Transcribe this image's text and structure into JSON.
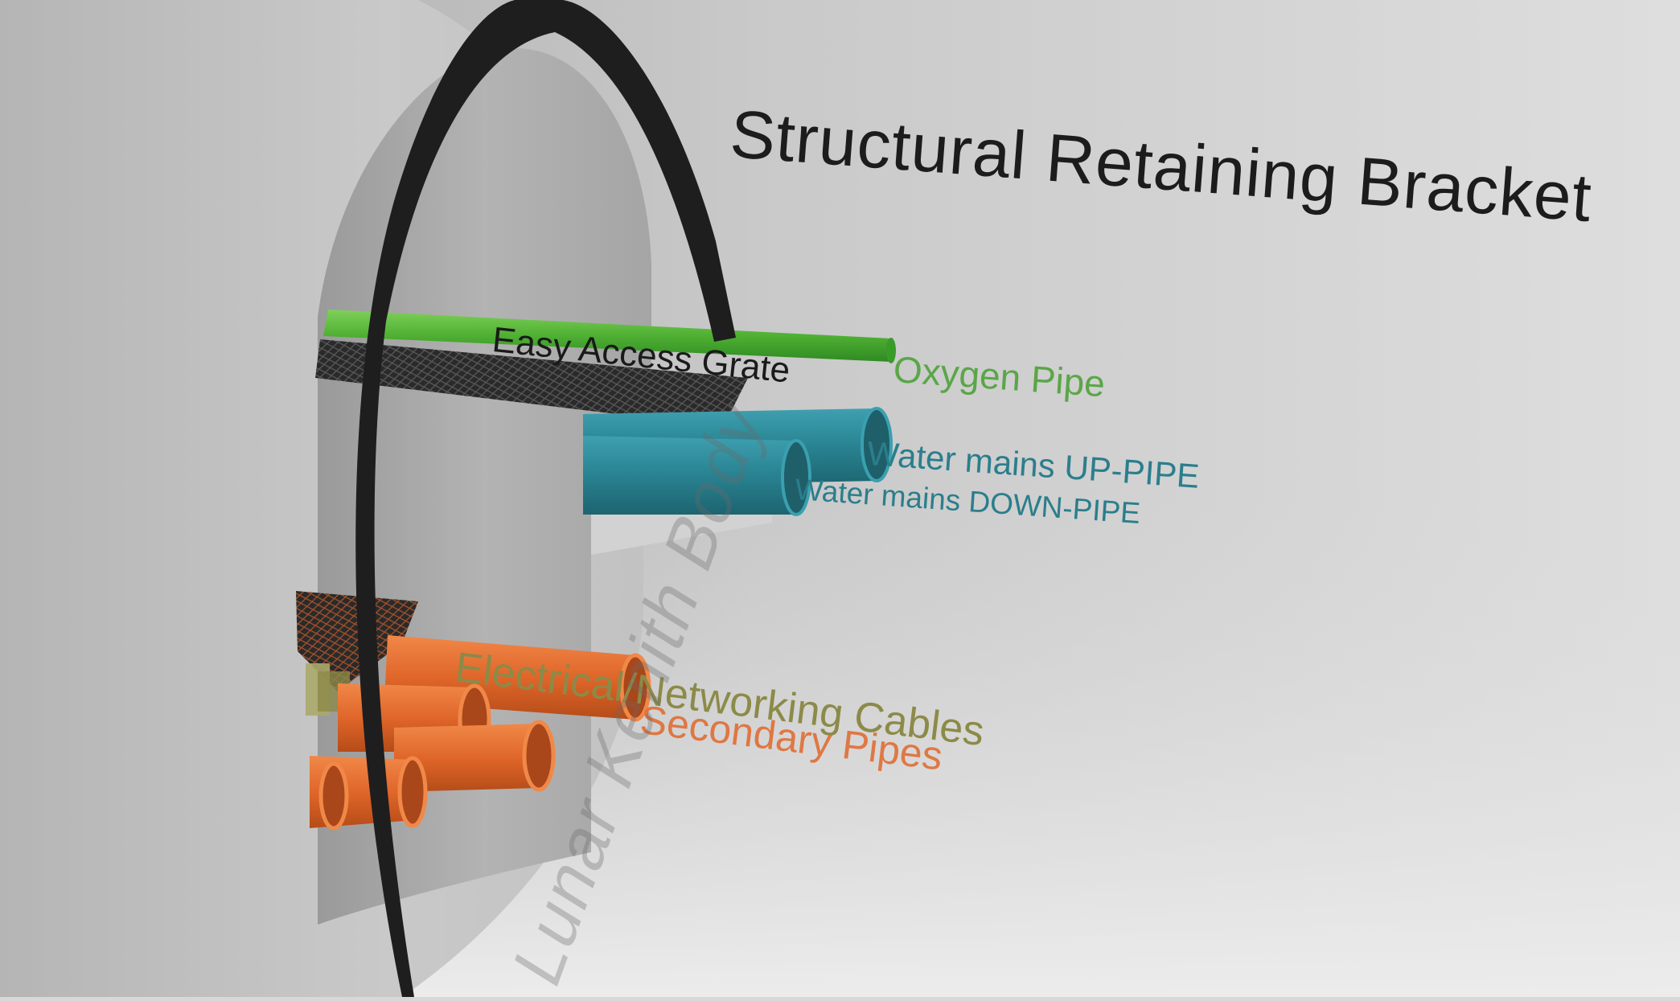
{
  "labels": {
    "title": "Structural Retaining Bracket",
    "grate": "Easy Access Grate",
    "oxygen": "Oxygen Pipe",
    "water_up": "Water mains UP-PIPE",
    "water_down": "Water mains DOWN-PIPE",
    "electrical": "Electrical/Networking Cables",
    "secondary": "Secondary Pipes",
    "body": "Lunar Kenith Body"
  },
  "colors": {
    "oxygen": "#5bb341",
    "water": "#2b8795",
    "secondary": "#e0662a",
    "electrical": "#8c8a48",
    "bracket": "#1e1e1e",
    "title": "#1c1c1c"
  }
}
